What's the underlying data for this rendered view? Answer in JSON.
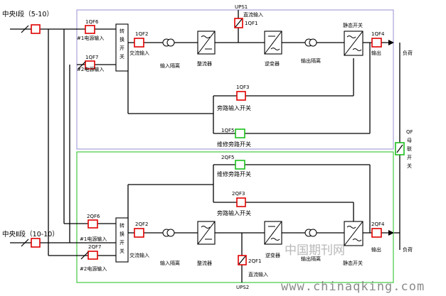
{
  "colors": {
    "upper_frame": "#9a8fd0",
    "lower_frame": "#1cbf1c",
    "breaker_red": "#e00000",
    "breaker_green": "#1cbf1c",
    "wire": "#000000"
  },
  "sources": {
    "bus1": "中央Ⅰ段（5-10）",
    "bus2": "中央Ⅱ段（10-10）"
  },
  "upper": {
    "ups": "UPS1",
    "qf6": "1QF6",
    "qf7": "1QF7",
    "qf2": "1QF2",
    "qf1": "1QF1",
    "qf4": "1QF4",
    "qf3": "1QF3",
    "qf5": "1QF5",
    "src1": "#1电源输入",
    "src2": "#2电源输入",
    "ats": [
      "转",
      "换",
      "开",
      "关"
    ],
    "ac_in": "交流输入",
    "iso_in": "输入隔离",
    "rect": "整流器",
    "dc_in": "直流输入",
    "inv": "逆变器",
    "iso_out": "输出隔离",
    "static_sw": "静态开关",
    "out": "输出",
    "load": "负荷",
    "bypass_in": "旁路输入开关",
    "maint_bypass": "维修旁路开关"
  },
  "tie": {
    "qf": "QF",
    "label": [
      "母",
      "联",
      "开",
      "关"
    ]
  },
  "lower": {
    "ups": "UPS2",
    "qf5": "2QF5",
    "qf3": "2QF3",
    "qf6": "2QF6",
    "qf7": "2QF7",
    "qf2": "2QF2",
    "qf1": "2QF1",
    "qf4": "2QF4",
    "maint_bypass": "维修旁路开关",
    "bypass_in": "旁路输入开关",
    "src1": "#1电源输入",
    "src2": "#2电源输入",
    "ats": [
      "转",
      "换",
      "开",
      "关"
    ],
    "ac_in": "交流输入",
    "iso_in": "输入隔离",
    "rect": "整流器",
    "dc_in": "直流输入",
    "inv": "逆变器",
    "iso_out": "输出隔离",
    "static_sw": "静态开关",
    "out": "输出",
    "load": "负荷"
  },
  "watermark": {
    "cn": "中国期刊网",
    "url": "www.chinaqking.com"
  }
}
